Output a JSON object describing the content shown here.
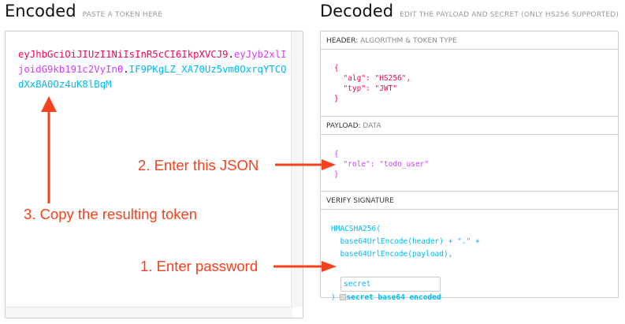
{
  "encoded": {
    "title": "Encoded",
    "subtitle": "PASTE A TOKEN HERE",
    "token_header": "eyJhbGciOiJIUzI1NiIsInR5cCI6IkpXVCJ9",
    "token_payload": "eyJyb2xlIjoidG9kb191c2VyIn0",
    "token_signature": "IF9PKgLZ_XA70Uz5vm0OxrqYTCQdXxBA0Oz4uK8lBqM",
    "dot": "."
  },
  "decoded": {
    "title": "Decoded",
    "subtitle": "EDIT THE PAYLOAD AND SECRET (ONLY HS256 SUPPORTED)",
    "header": {
      "label": "HEADER:",
      "sublabel": "ALGORITHM & TOKEN TYPE",
      "json": "{\n  \"alg\": \"HS256\",\n  \"typ\": \"JWT\"\n}"
    },
    "payload": {
      "label": "PAYLOAD:",
      "sublabel": "DATA",
      "json": "{\n  \"role\": \"todo_user\"\n}"
    },
    "signature": {
      "label": "VERIFY SIGNATURE",
      "line1": "HMACSHA256(",
      "line2": "  base64UrlEncode(header) + \".\" +",
      "line3": "  base64UrlEncode(payload),",
      "secret_value": "secret",
      "close": ")",
      "checkbox_label": "secret base64 encoded",
      "checkbox_checked": false
    }
  },
  "annotations": {
    "step1": "1. Enter password",
    "step2": "2. Enter this JSON",
    "step3": "3. Copy the resulting token",
    "color": "#f5411e"
  },
  "colors": {
    "header": "#fb015b",
    "payload": "#d63aff",
    "signature": "#00b9f1"
  }
}
